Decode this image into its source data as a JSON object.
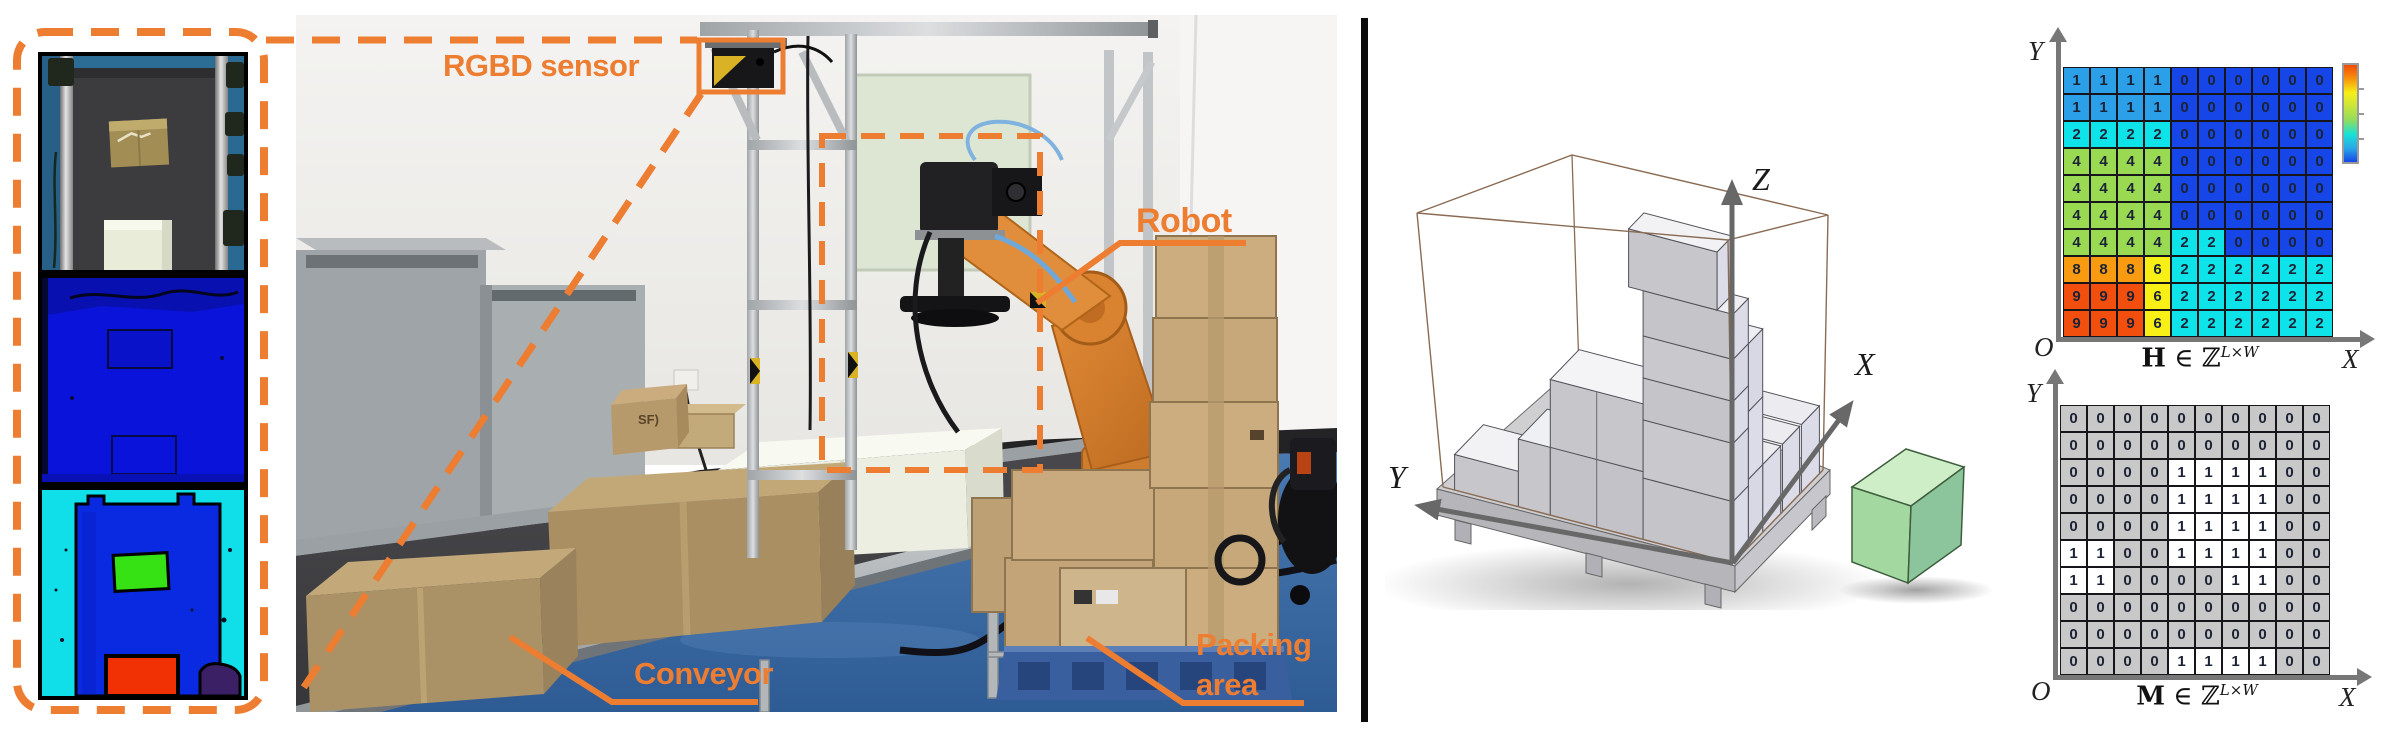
{
  "callouts": {
    "rgbd": "RGBD sensor",
    "robot": "Robot",
    "conveyor": "Conveyor",
    "packing_line1": "Packing",
    "packing_line2": "area"
  },
  "photo": {
    "sf_logo": "SF)"
  },
  "diagram3d": {
    "axis_x": "X",
    "axis_y": "Y",
    "axis_z": "Z"
  },
  "colors": {
    "accent_orange": "#ED7D31",
    "divider": "#0a0a0a",
    "robot_orange": "#d9822f",
    "pallet_blue": "#3a5f9f",
    "bin_wireframe": "#8a6c54"
  },
  "chart_data": [
    {
      "type": "heatmap",
      "name": "H",
      "title_parts": {
        "symbol": "H",
        "element_of": "∈",
        "set": "ℤ",
        "sup": "L×W"
      },
      "axes": {
        "x": "X",
        "y": "Y",
        "origin": "O"
      },
      "grid_size": "10x10",
      "rows": [
        [
          1,
          1,
          1,
          1,
          0,
          0,
          0,
          0,
          0,
          0
        ],
        [
          1,
          1,
          1,
          1,
          0,
          0,
          0,
          0,
          0,
          0
        ],
        [
          2,
          2,
          2,
          2,
          0,
          0,
          0,
          0,
          0,
          0
        ],
        [
          4,
          4,
          4,
          4,
          0,
          0,
          0,
          0,
          0,
          0
        ],
        [
          4,
          4,
          4,
          4,
          0,
          0,
          0,
          0,
          0,
          0
        ],
        [
          4,
          4,
          4,
          4,
          0,
          0,
          0,
          0,
          0,
          0
        ],
        [
          4,
          4,
          4,
          4,
          2,
          2,
          0,
          0,
          0,
          0
        ],
        [
          8,
          8,
          8,
          6,
          2,
          2,
          2,
          2,
          2,
          2
        ],
        [
          9,
          9,
          9,
          6,
          2,
          2,
          2,
          2,
          2,
          2
        ],
        [
          9,
          9,
          9,
          6,
          2,
          2,
          2,
          2,
          2,
          2
        ]
      ],
      "value_colors": {
        "0": "#1646e8",
        "1": "#2ba0e8",
        "2": "#0de3e8",
        "4": "#9ada52",
        "6": "#f7ef16",
        "8": "#f89b10",
        "9": "#f24e0e"
      },
      "colorbar": [
        "#f04a06",
        "#f8940c",
        "#f7ef16",
        "#c8e43c",
        "#8edd5e",
        "#16e2d6",
        "#29a7e8",
        "#1646e8"
      ],
      "legend_position": "right"
    },
    {
      "type": "heatmap",
      "name": "M",
      "title_parts": {
        "symbol": "M",
        "element_of": "∈",
        "set": "ℤ",
        "sup": "L×W"
      },
      "axes": {
        "x": "X",
        "y": "Y",
        "origin": "O"
      },
      "grid_size": "10x10",
      "rows": [
        [
          0,
          0,
          0,
          0,
          0,
          0,
          0,
          0,
          0,
          0
        ],
        [
          0,
          0,
          0,
          0,
          0,
          0,
          0,
          0,
          0,
          0
        ],
        [
          0,
          0,
          0,
          0,
          1,
          1,
          1,
          1,
          0,
          0
        ],
        [
          0,
          0,
          0,
          0,
          1,
          1,
          1,
          1,
          0,
          0
        ],
        [
          0,
          0,
          0,
          0,
          1,
          1,
          1,
          1,
          0,
          0
        ],
        [
          1,
          1,
          0,
          0,
          1,
          1,
          1,
          1,
          0,
          0
        ],
        [
          1,
          1,
          0,
          0,
          0,
          0,
          1,
          1,
          0,
          0
        ],
        [
          0,
          0,
          0,
          0,
          0,
          0,
          0,
          0,
          0,
          0
        ],
        [
          0,
          0,
          0,
          0,
          0,
          0,
          0,
          0,
          0,
          0
        ],
        [
          0,
          0,
          0,
          0,
          1,
          1,
          1,
          1,
          0,
          0
        ]
      ],
      "value_colors": {
        "0": "#c8c8c8",
        "1": "#ffffff"
      }
    }
  ]
}
